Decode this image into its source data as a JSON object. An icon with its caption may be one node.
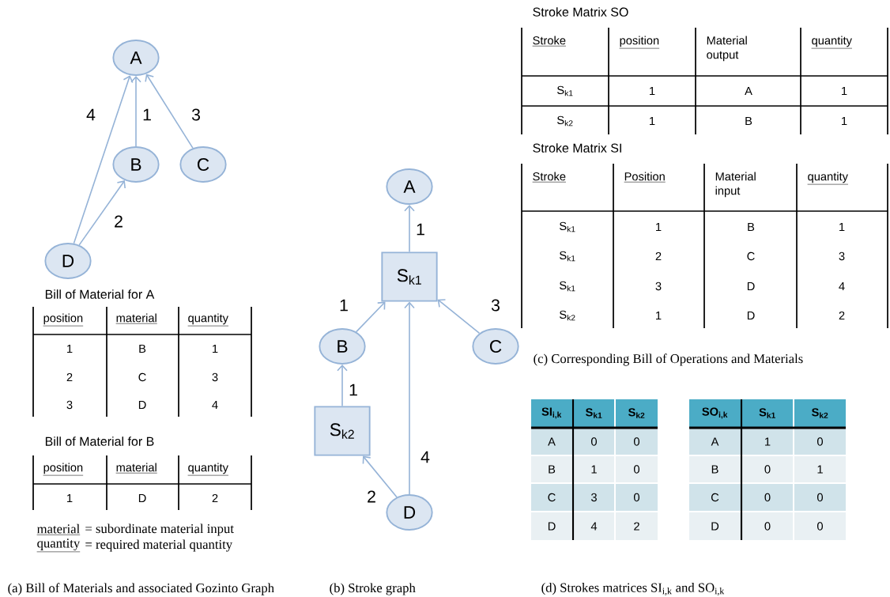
{
  "diagram": {
    "nodes": [
      {
        "text": [
          "A"
        ]
      },
      {
        "text": [
          "B"
        ]
      },
      {
        "text": [
          "C"
        ]
      },
      {
        "text": [
          "D"
        ]
      },
      {
        "text": [
          "A"
        ]
      },
      {
        "text": [
          "S$_{k1}$"
        ]
      },
      {
        "text": [
          "B"
        ]
      },
      {
        "text": [
          "C"
        ]
      },
      {
        "text": [
          "S$_{k2}$"
        ]
      },
      {
        "text": [
          "D"
        ]
      }
    ],
    "edges": [
      {
        "from": 3,
        "to": 0,
        "arrow": "to",
        "label": "4"
      },
      {
        "from": 1,
        "to": 0,
        "arrow": "to",
        "label": "1"
      },
      {
        "from": 2,
        "to": 0,
        "arrow": "to",
        "label": "3"
      },
      {
        "from": 3,
        "to": 1,
        "arrow": "to",
        "label": "2"
      },
      {
        "from": 5,
        "to": 4,
        "arrow": "to",
        "label": "1"
      },
      {
        "from": 6,
        "to": 5,
        "arrow": "to",
        "label": "1"
      },
      {
        "from": 7,
        "to": 5,
        "arrow": "to",
        "label": "3"
      },
      {
        "from": 9,
        "to": 5,
        "arrow": "to",
        "label": "4"
      },
      {
        "from": 8,
        "to": 6,
        "arrow": "to",
        "label": "1"
      },
      {
        "from": 9,
        "to": 8,
        "arrow": "to",
        "label": "2"
      }
    ],
    "labels": [
      "Stroke Matrix SO",
      "Stroke",
      "position",
      "Material output",
      "quantity",
      "S$_{k1}$",
      "1",
      "A",
      "1",
      "S$_{k2}$",
      "1",
      "B",
      "1",
      "Stroke Matrix SI",
      "Stroke",
      "Position",
      "Material input",
      "quantity",
      "S$_{k1}$",
      "1",
      "B",
      "1",
      "S$_{k1}$",
      "2",
      "C",
      "3",
      "S$_{k1}$",
      "3",
      "D",
      "4",
      "S$_{k2}$",
      "1",
      "D",
      "2",
      "Bill of Material for A",
      "position",
      "material",
      "quantity",
      "1",
      "B",
      "1",
      "2",
      "C",
      "3",
      "3",
      "D",
      "4",
      "(c) Corresponding Bill of Operations and Materials",
      "Bill of Material for B",
      "position",
      "material",
      "quantity",
      "1",
      "D",
      "2",
      "material",
      "= subordinate material input",
      "quantity",
      "= required material quantity",
      "SI$_{i,k}$",
      "S$_{k1}$",
      "S$_{k2}$",
      "A",
      "0",
      "0",
      "B",
      "1",
      "0",
      "C",
      "3",
      "0",
      "D",
      "4",
      "2",
      "SO$_{i,k}$",
      "S$_{k1}$",
      "S$_{k2}$",
      "A",
      "1",
      "0",
      "B",
      "0",
      "1",
      "C",
      "0",
      "0",
      "D",
      "0",
      "0",
      "(a) Bill of Materials and associated Gozinto Graph",
      "(b) Stroke graph",
      "(d) Strokes matrices SI$_{i,k}$ and SO$_{i,k}$"
    ]
  }
}
